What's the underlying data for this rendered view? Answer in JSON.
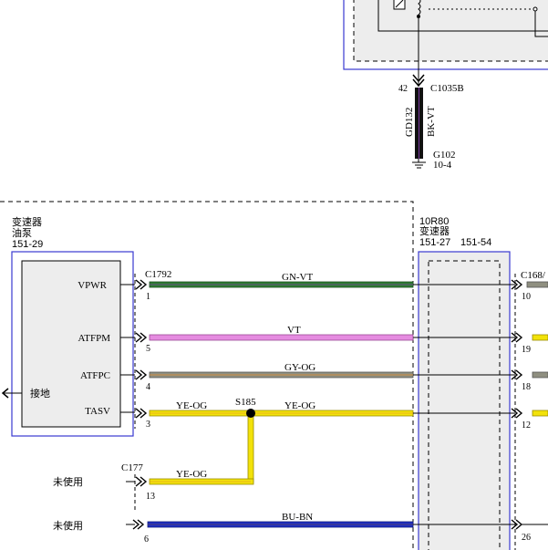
{
  "top_connector": {
    "pin": "42",
    "name": "C1035B",
    "circuit": "GD132",
    "color": "BK-VT",
    "ground_name": "G102",
    "ground_ref": "10-4"
  },
  "pump": {
    "title_line1": "变速器",
    "title_line2": "油泵",
    "ref": "151-29",
    "connector": "C1792",
    "ground_label": "接地",
    "pins": [
      {
        "label": "VPWR",
        "pin": "1"
      },
      {
        "label": "ATFPM",
        "pin": "5"
      },
      {
        "label": "ATFPC",
        "pin": "4"
      },
      {
        "label": "TASV",
        "pin": "3"
      }
    ]
  },
  "transmission": {
    "title_line1": "10R80",
    "title_line2": "变速器",
    "ref1": "151-27",
    "ref2": "151-54",
    "right_connector": "C168/",
    "right_pins": [
      "10",
      "19",
      "18",
      "12",
      "26"
    ]
  },
  "wires": [
    {
      "label": "GN-VT",
      "color": "#2e7d32"
    },
    {
      "label": "VT",
      "color": "#e58be0"
    },
    {
      "label": "GY-OG",
      "color": "#8f8f80"
    },
    {
      "label": "YE-OG",
      "color": "#f2e20a"
    },
    {
      "label": "YE-OG",
      "color": "#f2e20a"
    },
    {
      "label": "YE-OG",
      "color": "#f2e20a"
    },
    {
      "label": "BU-BN",
      "color": "#1f2fc4"
    }
  ],
  "splice": "S185",
  "unused": {
    "label1": "未使用",
    "label2": "未使用",
    "connector": "C177",
    "pin1": "13",
    "pin2": "6"
  },
  "colors": {
    "frame_blue": "#3a3ad0",
    "box_gray": "#ededed"
  }
}
